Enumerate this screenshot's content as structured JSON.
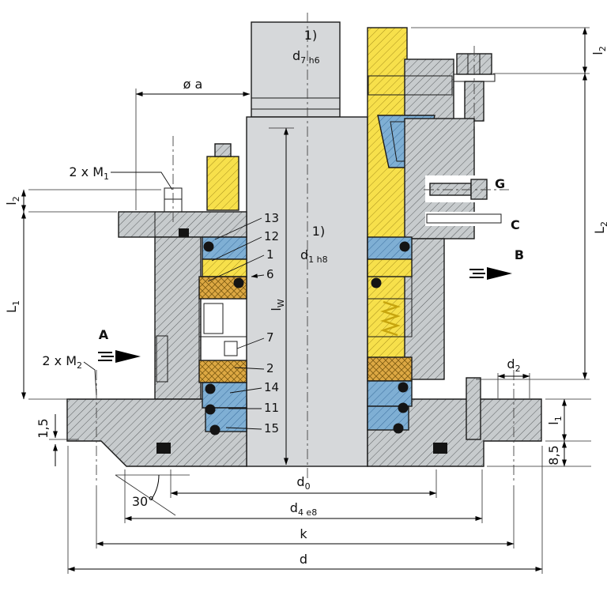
{
  "diagram": {
    "type": "technical-sectional-drawing",
    "subject": "Mechanical cartridge seal assembly cross-section",
    "colors": {
      "steel": "#c7cbcd",
      "shaft": "#d6d8da",
      "brass": "#f7e04b",
      "seal_face": "#7fafd4",
      "packing": "#dda843",
      "elastomer": "#141414",
      "line": "#1b1b1b"
    },
    "dimensions": {
      "dia_a": "ø a",
      "d7": {
        "base": "d",
        "sub": "7 h6"
      },
      "d1": {
        "base": "d",
        "sub": "1 h8"
      },
      "d0": {
        "base": "d",
        "sub": "0"
      },
      "d4": {
        "base": "d",
        "sub": "4 e8"
      },
      "d2": {
        "base": "d",
        "sub": "2"
      },
      "d": "d",
      "k": "k",
      "l2_top": {
        "base": "l",
        "sub": "2"
      },
      "l2_left": {
        "base": "l",
        "sub": "2"
      },
      "l1": {
        "base": "l",
        "sub": "1"
      },
      "L1": {
        "base": "L",
        "sub": "1"
      },
      "L2": {
        "base": "L",
        "sub": "2"
      },
      "lw": {
        "base": "l",
        "sub": "W"
      },
      "m1": {
        "base": "2 x M",
        "sub": "1"
      },
      "m2": {
        "base": "2 x M",
        "sub": "2"
      },
      "angle": "30°",
      "plate_gap": "1,5",
      "hub_offset": "8,5"
    },
    "footnotes": {
      "top": "1)",
      "mid": "1)"
    },
    "part_numbers": {
      "p13": "13",
      "p12": "12",
      "p1": "1",
      "p6": "6",
      "p7": "7",
      "p2": "2",
      "p14": "14",
      "p11": "11",
      "p15": "15"
    },
    "view_labels": {
      "A": "A",
      "B": "B",
      "C": "C",
      "G": "G"
    }
  }
}
